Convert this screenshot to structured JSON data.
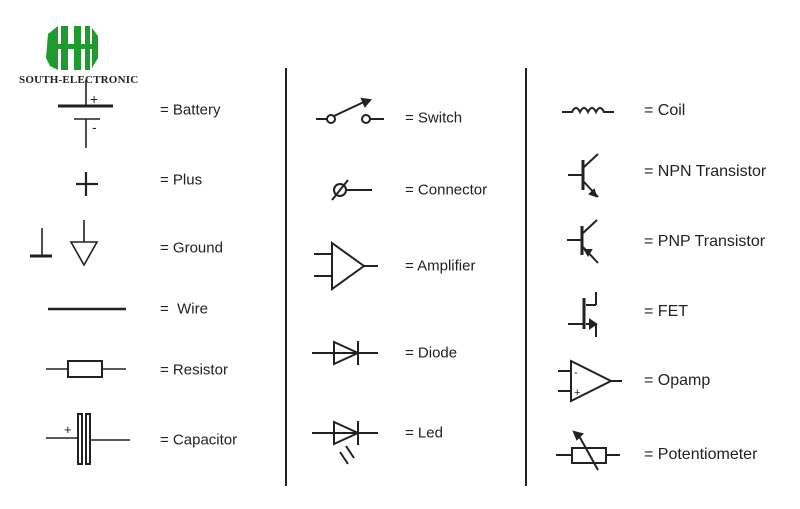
{
  "logo": {
    "text": "SOUTH-ELECTRONIC",
    "color": "#1e9a2e"
  },
  "columns": [
    {
      "items": [
        {
          "label": "= Battery",
          "icon": "battery-icon"
        },
        {
          "label": "= Plus",
          "icon": "plus-icon"
        },
        {
          "label": "= Ground",
          "icon": "ground-icon"
        },
        {
          "label": "=  Wire",
          "icon": "wire-icon"
        },
        {
          "label": "= Resistor",
          "icon": "resistor-icon"
        },
        {
          "label": "= Capacitor",
          "icon": "capacitor-icon"
        }
      ]
    },
    {
      "items": [
        {
          "label": "= Switch",
          "icon": "switch-icon"
        },
        {
          "label": "= Connector",
          "icon": "connector-icon"
        },
        {
          "label": "= Amplifier",
          "icon": "amplifier-icon"
        },
        {
          "label": "= Diode",
          "icon": "diode-icon"
        },
        {
          "label": "= Led",
          "icon": "led-icon"
        }
      ]
    },
    {
      "items": [
        {
          "label": "= Coil",
          "icon": "coil-icon"
        },
        {
          "label": "= NPN Transistor",
          "icon": "npn-transistor-icon"
        },
        {
          "label": "= PNP Transistor",
          "icon": "pnp-transistor-icon"
        },
        {
          "label": "= FET",
          "icon": "fet-icon"
        },
        {
          "label": "= Opamp",
          "icon": "opamp-icon"
        },
        {
          "label": "= Potentiometer",
          "icon": "potentiometer-icon"
        }
      ]
    }
  ],
  "symbol_marks": {
    "plus": "+",
    "minus": "-"
  }
}
